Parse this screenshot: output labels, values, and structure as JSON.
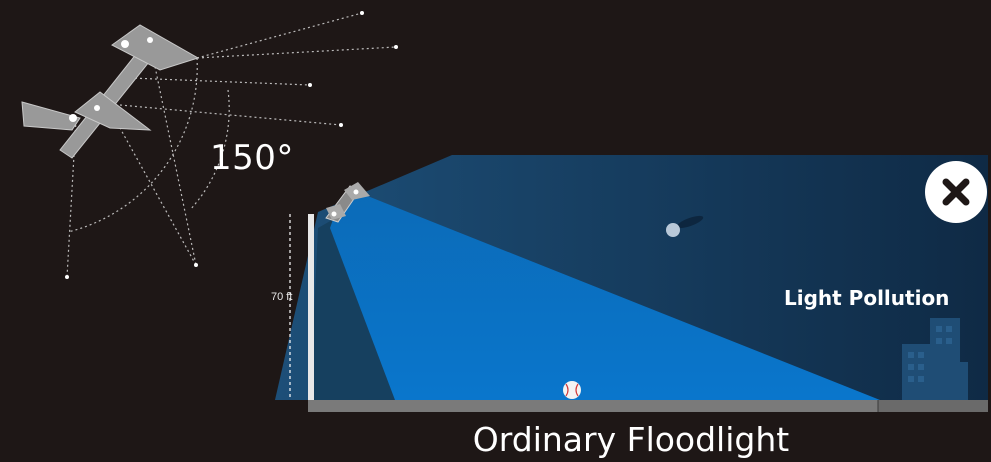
{
  "diagram": {
    "angle_label": "150°",
    "pole_height_label": "70 ft",
    "pollution_label": "Light Pollution",
    "caption": "Ordinary Floodlight",
    "icons": {
      "close": "close-x-icon",
      "floodlight": "floodlight-fixture-icon",
      "baseball": "baseball-icon",
      "building": "building-icon"
    },
    "colors": {
      "background": "#1e1716",
      "beam": "#0a6fc0",
      "spill": "#163a58",
      "ground": "#7a7a7a"
    }
  }
}
